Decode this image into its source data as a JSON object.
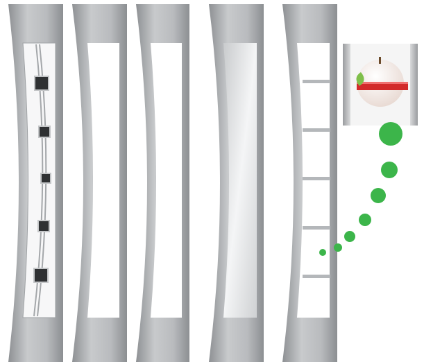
{
  "panels": [
    {
      "id": "panel-1",
      "style": "grille-squares",
      "squares": 5
    },
    {
      "id": "panel-2",
      "style": "clear-glass"
    },
    {
      "id": "panel-3",
      "style": "clear-glass"
    },
    {
      "id": "panel-4",
      "style": "frosted-glass"
    },
    {
      "id": "panel-5",
      "style": "ladder-grille",
      "rails": 5
    }
  ],
  "thumbnail": {
    "subject": "apple-icon"
  },
  "dot_trail": {
    "count": 7
  },
  "colors": {
    "frame_light": "#c9cbcd",
    "frame_dark": "#8e9194",
    "glass": "#ffffff",
    "square": "#2f3133",
    "dot": "#3cb54a",
    "apple_red": "#d22a2a"
  }
}
